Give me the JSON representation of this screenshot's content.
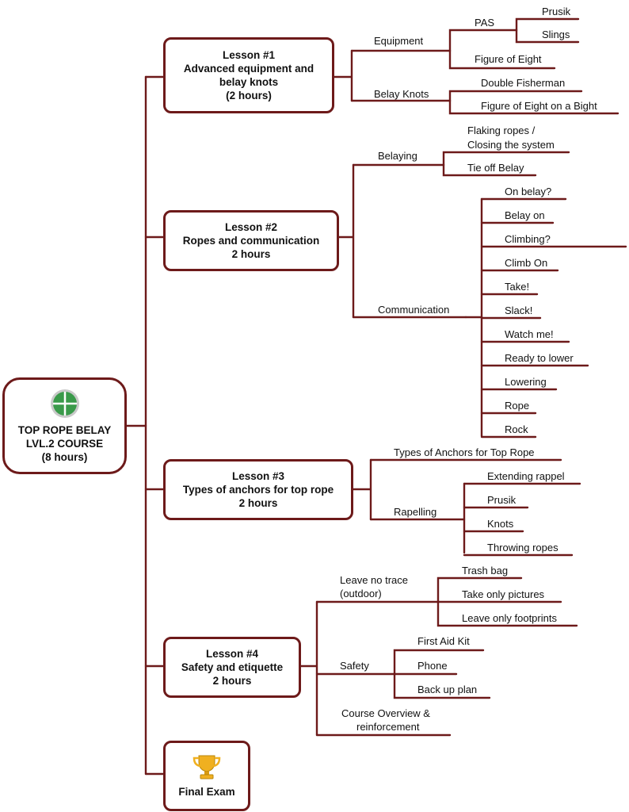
{
  "root": {
    "title_lines": [
      "TOP ROPE BELAY",
      "LVL.2  COURSE",
      "(8 hours)"
    ],
    "icon": "quadrant-circle-icon",
    "icon_color": "#3a9a4a"
  },
  "lessons": [
    {
      "title_lines": [
        "Lesson #1",
        "Advanced equipment and",
        "belay knots",
        "(2 hours)"
      ],
      "topics": [
        {
          "label": "Equipment",
          "items": [
            {
              "label": "PAS",
              "children": [
                "Prusik",
                "Slings"
              ]
            },
            {
              "label": "Figure of Eight"
            }
          ]
        },
        {
          "label": "Belay Knots",
          "items": [
            {
              "label": "Double Fisherman"
            },
            {
              "label": "Figure of Eight on a Bight"
            }
          ]
        }
      ]
    },
    {
      "title_lines": [
        "Lesson #2",
        "Ropes and communication",
        "2 hours"
      ],
      "topics": [
        {
          "label": "Belaying",
          "items": [
            {
              "label_lines": [
                "Flaking ropes /",
                "Closing the system"
              ]
            },
            {
              "label": "Tie off Belay"
            }
          ]
        },
        {
          "label": "Communication",
          "items": [
            "On belay?",
            "Belay on",
            "Climbing?",
            "Climb On",
            "Take!",
            "Slack!",
            "Watch me!",
            "Ready to lower",
            "Lowering",
            "Rope",
            "Rock"
          ]
        }
      ]
    },
    {
      "title_lines": [
        "Lesson #3",
        "Types of anchors for top rope",
        "2 hours"
      ],
      "topics": [
        {
          "label": "Types of Anchors for Top Rope"
        },
        {
          "label": "Rapelling",
          "items": [
            "Extending rappel",
            "Prusik",
            "Knots",
            "Throwing ropes"
          ]
        }
      ]
    },
    {
      "title_lines": [
        "Lesson #4",
        "Safety and etiquette",
        "2 hours"
      ],
      "topics": [
        {
          "label_lines": [
            "Leave no trace",
            "(outdoor)"
          ],
          "items": [
            "Trash bag",
            "Take only pictures",
            "Leave only footprints"
          ]
        },
        {
          "label": "Safety",
          "items": [
            "First Aid Kit",
            "Phone",
            "Back up plan"
          ]
        },
        {
          "label_lines": [
            "Course Overview &",
            "reinforcement"
          ]
        }
      ]
    },
    {
      "title_lines": [
        "Final Exam"
      ],
      "icon": "trophy-icon",
      "icon_color": "#f0b020"
    }
  ],
  "line_color": "#6d1a1a"
}
